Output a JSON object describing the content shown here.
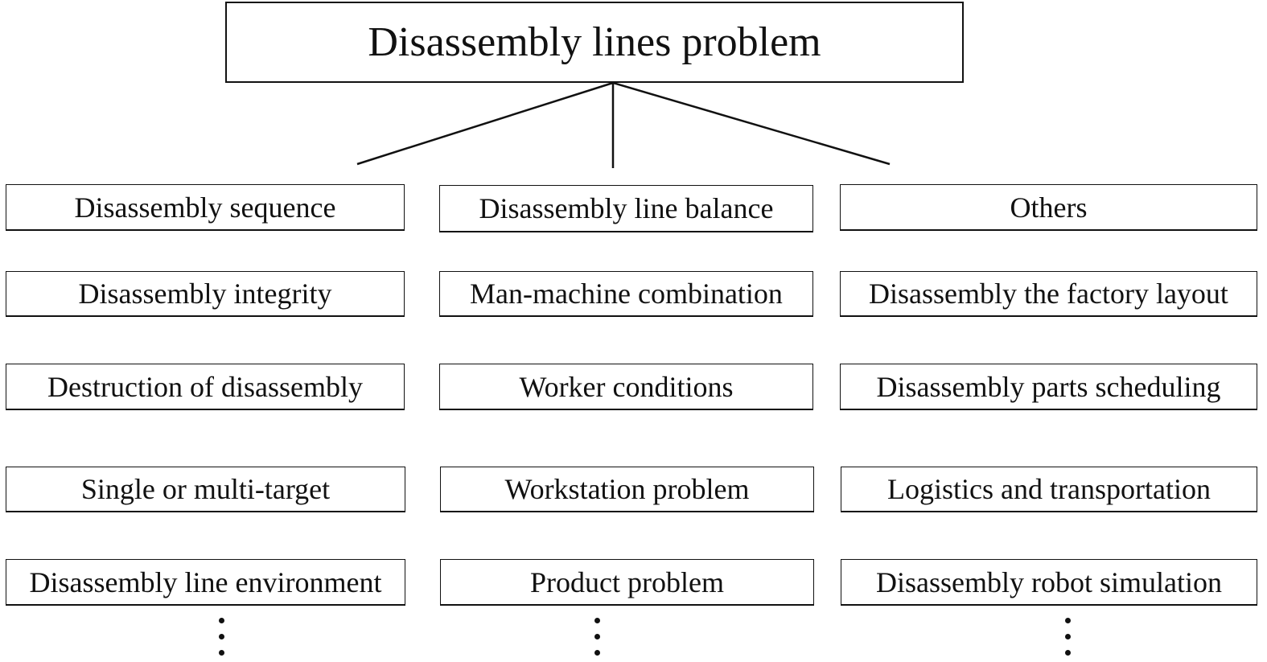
{
  "root": {
    "label": "Disassembly lines problem"
  },
  "columns": [
    {
      "header": "Disassembly sequence",
      "items": [
        "Disassembly integrity",
        "Destruction of disassembly",
        "Single or multi-target",
        "Disassembly line environment"
      ]
    },
    {
      "header": "Disassembly line balance",
      "items": [
        "Man-machine combination",
        "Worker conditions",
        "Workstation problem",
        "Product problem"
      ]
    },
    {
      "header": "Others",
      "items": [
        "Disassembly the factory layout",
        "Disassembly parts scheduling",
        "Logistics and transportation",
        "Disassembly robot simulation"
      ]
    }
  ]
}
